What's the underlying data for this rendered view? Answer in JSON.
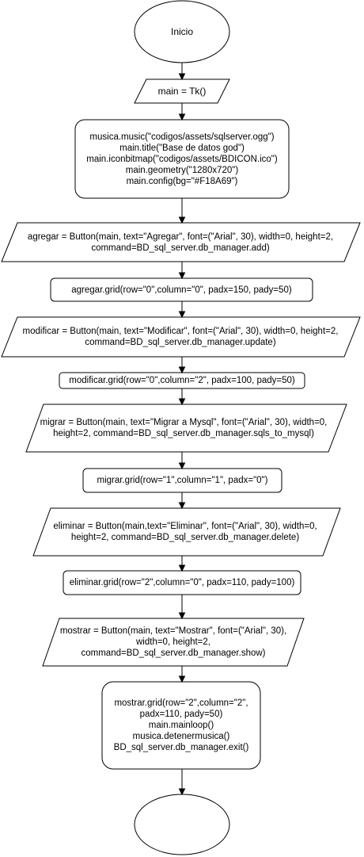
{
  "flowchart": {
    "start_label": "Inicio",
    "end_label": "",
    "steps": {
      "main_tk": "main = Tk()",
      "setup": "musica.music(\"codigos/assets/sqlserver.ogg\")\nmain.title(\"Base de datos god\")\nmain.iconbitmap(\"codigos/assets/BDICON.ico\")\nmain.geometry(\"1280x720\")\nmain.config(bg=\"#F18A69\")",
      "agregar_button": "agregar = Button(main, text=\"Agregar\", font=(\"Arial\", 30), width=0, height=2,\ncommand=BD_sql_server.db_manager.add)",
      "agregar_grid": "agregar.grid(row=\"0\",column=\"0\", padx=150, pady=50)",
      "modificar_button": "modificar = Button(main, text=\"Modificar\", font=(\"Arial\", 30), width=0, height=2,\ncommand=BD_sql_server.db_manager.update)",
      "modificar_grid": "modificar.grid(row=\"0\",column=\"2\", padx=100, pady=50)",
      "migrar_button": "migrar = Button(main, text=\"Migrar a Mysql\", font=(\"Arial\", 30), width=0,\nheight=2, command=BD_sql_server.db_manager.sqls_to_mysql)",
      "migrar_grid": "migrar.grid(row=\"1\",column=\"1\", padx=\"0\")",
      "eliminar_button": "eliminar = Button(main,text=\"Eliminar\", font=(\"Arial\", 30), width=0,\nheight=2, command=BD_sql_server.db_manager.delete)",
      "eliminar_grid": "eliminar.grid(row=\"2\",column=\"0\", padx=110, pady=100)",
      "mostrar_button": "mostrar = Button(main, text=\"Mostrar\", font=(\"Arial\", 30),\nwidth=0, height=2,\ncommand=BD_sql_server.db_manager.show)",
      "final_block": "mostrar.grid(row=\"2\",column=\"2\",\npadx=110, pady=50)\nmain.mainloop()\nmusica.detenermusica()\nBD_sql_server.db_manager.exit()"
    }
  }
}
